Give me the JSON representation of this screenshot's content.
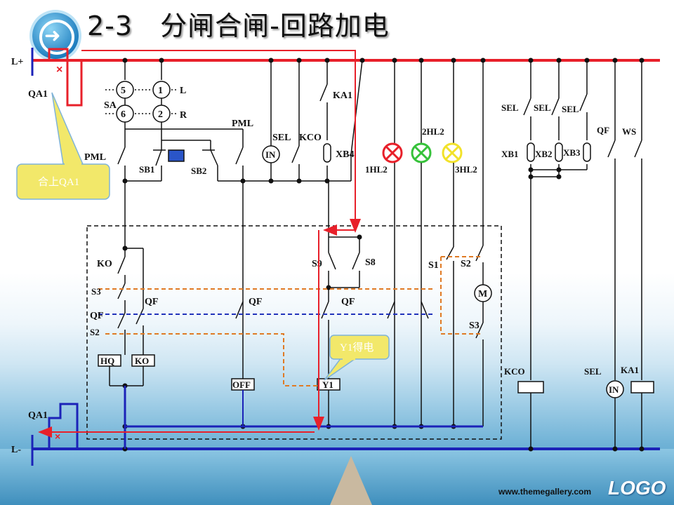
{
  "slide": {
    "title": "2-3　分闸合闸-回路加电",
    "footer_url": "www.themegallery.com",
    "logo": "LOGO"
  },
  "nav": {
    "icon": "arrow-right-icon"
  },
  "colors": {
    "positive_bus": "#e8202a",
    "negative_bus": "#1b22b8",
    "wire": "#111111",
    "dashed_orange": "#e07a24",
    "dashed_blue": "#2233bb",
    "lamp_red": "#e8202a",
    "lamp_green": "#36c23a",
    "lamp_yellow": "#f2e22a",
    "callout_fill": "#f2e86a",
    "sb2_indicator": "#2a55c8"
  },
  "diagram": {
    "bus": {
      "positive": "L+",
      "negative": "L-"
    },
    "breaker": {
      "top": "QA1",
      "bottom": "QA1"
    },
    "switch_sa": {
      "name": "SA",
      "contacts": [
        "5",
        "1",
        "6",
        "2"
      ],
      "left": "L",
      "right": "R"
    },
    "top_row": {
      "pml_left": "PML",
      "sb1": "SB1",
      "sb2": "SB2",
      "pml_right": "PML",
      "sel": "SEL",
      "kco": "KCO",
      "in": "IN",
      "ka1": "KA1",
      "xb4": "XB4"
    },
    "lamps": {
      "hl1": "1HL2",
      "hl2": "2HL2",
      "hl3": "3HL2"
    },
    "right_group": {
      "sel_contacts": [
        "SEL",
        "SEL",
        "SEL"
      ],
      "xb": [
        "XB1",
        "XB2",
        "XB3"
      ],
      "qf": "QF",
      "ws": "WS",
      "kco_coil": "KCO",
      "sel_coil": "SEL",
      "in_coil": "IN",
      "ka1_coil": "KA1"
    },
    "mechanism": {
      "ko": "KO",
      "s3_left": "S3",
      "qf_a": "QF",
      "qf_b": "QF",
      "s2_left": "S2",
      "hq": "HQ",
      "ko_coil": "KO",
      "qf_mid": "QF",
      "off": "OFF",
      "s9": "S9",
      "s8": "S8",
      "qf_right": "QF",
      "y1": "Y1",
      "s1": "S1",
      "s2_right": "S2",
      "motor": "M",
      "s3_right": "S3"
    },
    "callouts": {
      "close_qa1": "合上QA1",
      "y1_energized": "Y1得电"
    }
  }
}
